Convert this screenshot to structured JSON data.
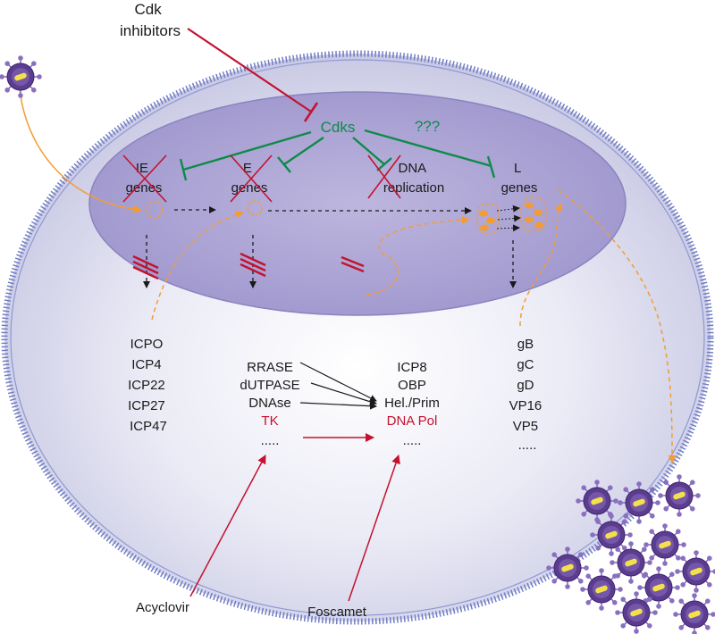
{
  "colors": {
    "inhibit_green": "#0f8a4a",
    "drug_red": "#c4122f",
    "transport_orange": "#f39c34",
    "cell_fill": "#d9d9ee",
    "nucleus_fill": "#a9a2d4",
    "membrane": "#7b87c9",
    "virion_purple": "#5b3c8f",
    "virion_core": "#f4e04a"
  },
  "regulators": {
    "cdk_inhibitors": [
      "Cdk",
      "inhibitors"
    ],
    "cdks": "Cdks",
    "unknown": "???"
  },
  "phases": {
    "ie": [
      "IE",
      "genes"
    ],
    "e": [
      "E",
      "genes"
    ],
    "dna": [
      "DNA",
      "replication"
    ],
    "l": [
      "L",
      "genes"
    ]
  },
  "protein_lists": {
    "ie": [
      "ICPO",
      "ICP4",
      "ICP22",
      "ICP27",
      "ICP47"
    ],
    "e_left": [
      "RRASE",
      "dUTPASE",
      "DNAse",
      "TK",
      "....."
    ],
    "e_right": [
      "ICP8",
      "OBP",
      "Hel./Prim",
      "DNA Pol",
      "....."
    ],
    "l": [
      "gB",
      "gC",
      "gD",
      "VP16",
      "VP5",
      "....."
    ]
  },
  "drugs": {
    "acyclovir": "Acyclovir",
    "foscamet": "Foscamet"
  },
  "icons": {
    "virion": "herpes-virion-icon",
    "block": "double-bar-block-icon",
    "cross": "x-cross-icon"
  }
}
